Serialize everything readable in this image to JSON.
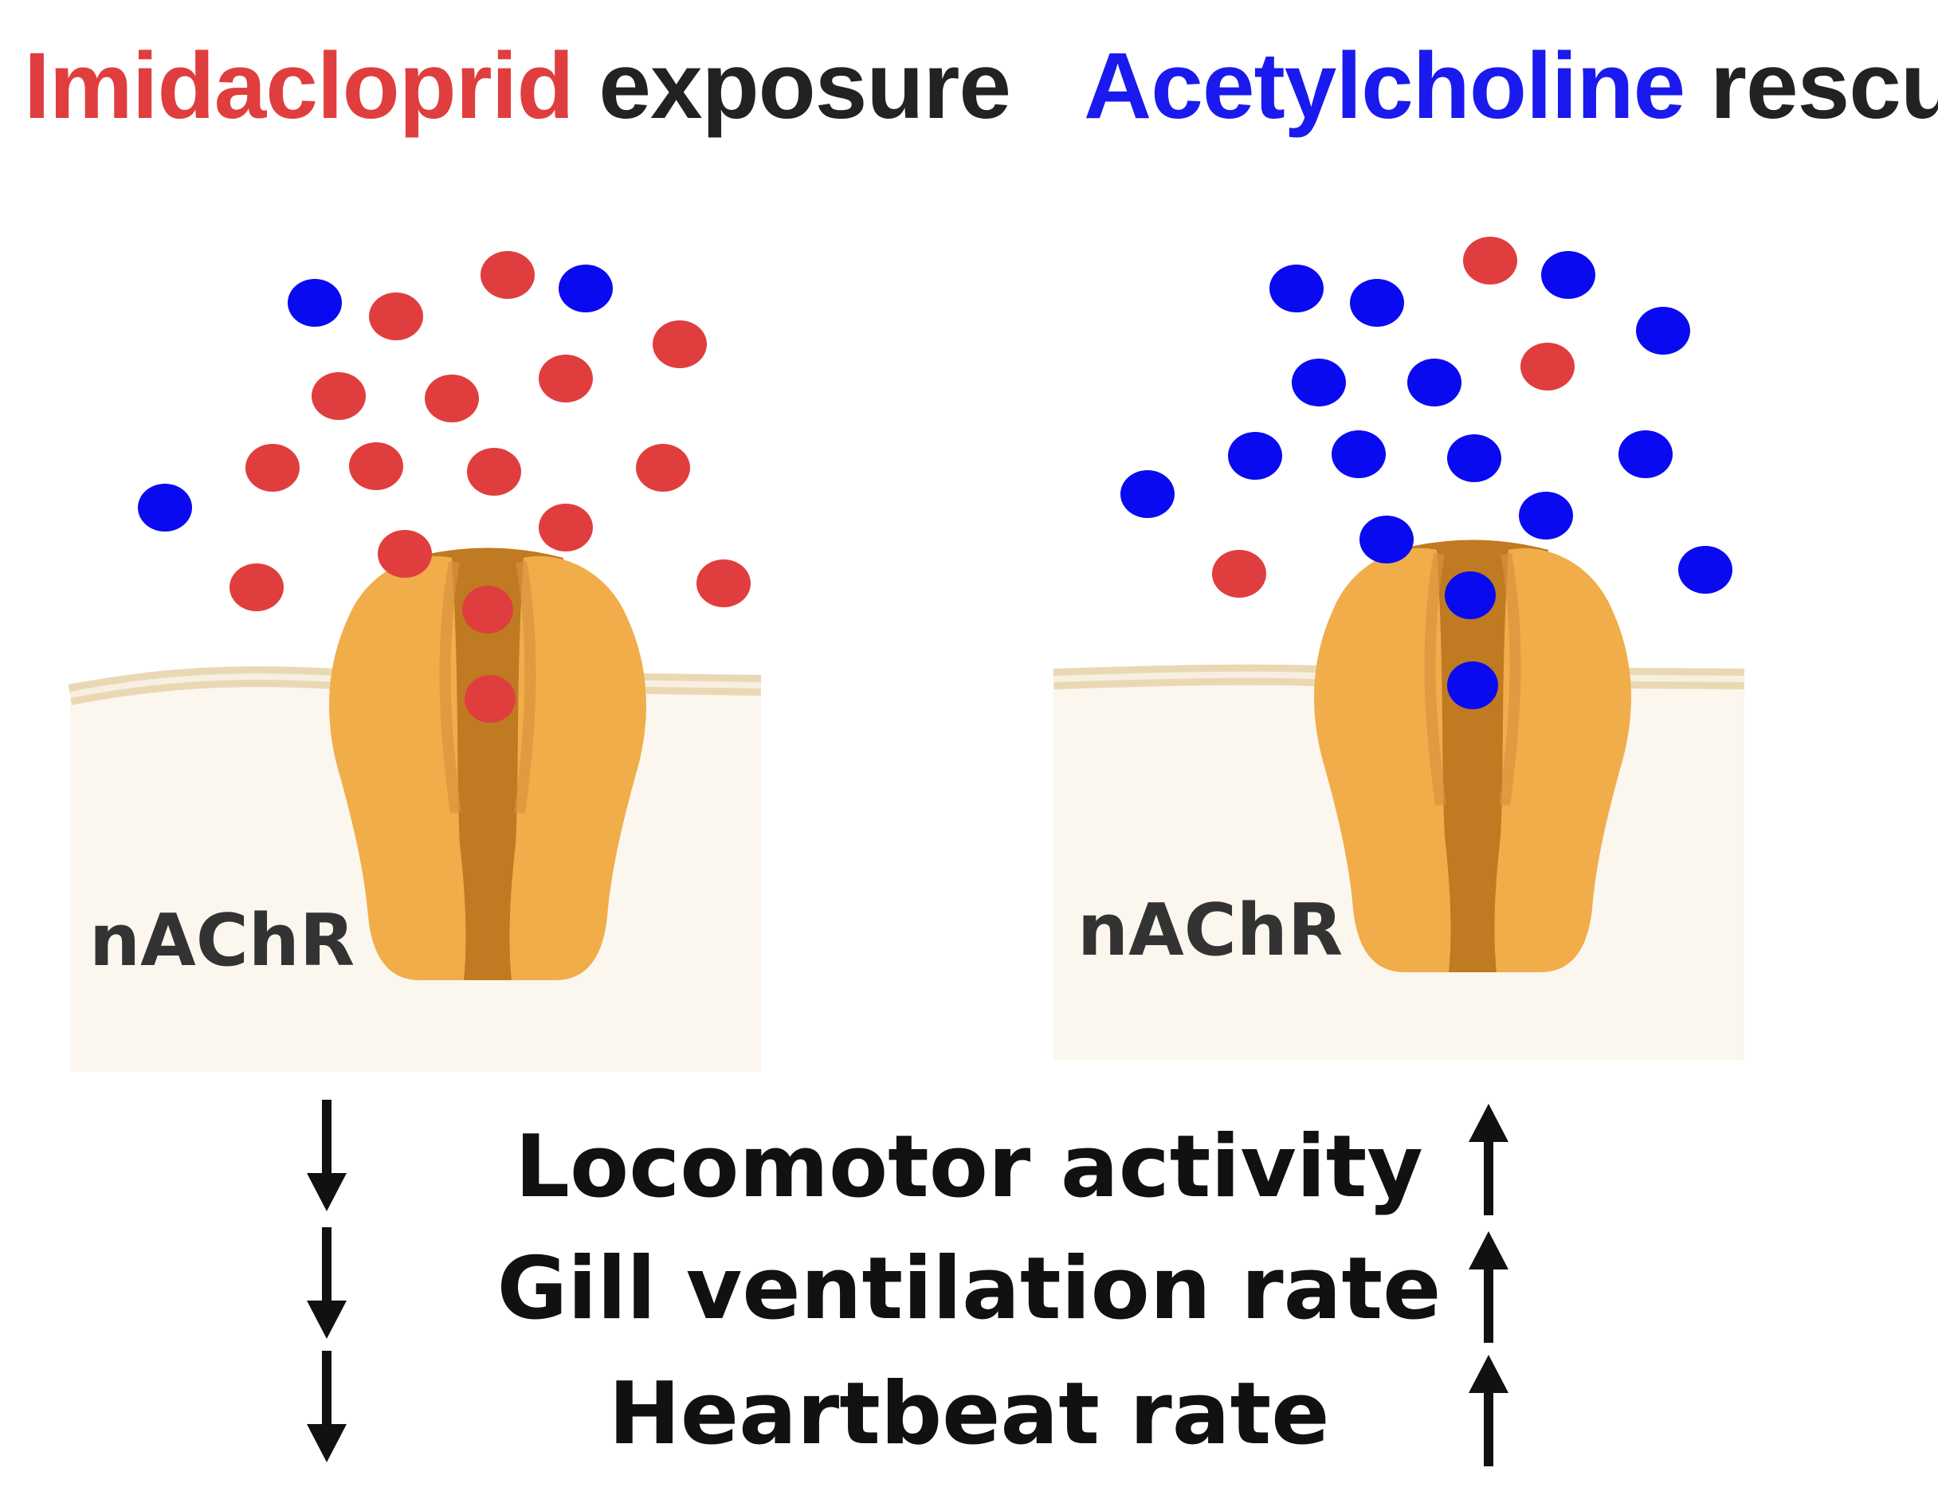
{
  "titles": {
    "left": {
      "highlight": "Imidacloprid",
      "rest": "exposure",
      "highlight_color": "#e03e3e"
    },
    "right": {
      "highlight": "Acetylcholine",
      "rest": "rescue",
      "highlight_color": "#1a1aee"
    }
  },
  "receptor_label": "nAChR",
  "effects": [
    {
      "label": "Locomotor activity",
      "exposure": "down",
      "rescue": "up"
    },
    {
      "label": "Gill ventilation rate",
      "exposure": "down",
      "rescue": "up"
    },
    {
      "label": "Heartbeat rate",
      "exposure": "down",
      "rescue": "up"
    }
  ],
  "legend_colors": {
    "imidacloprid": "#e03e3e",
    "acetylcholine": "#0a0af0"
  }
}
